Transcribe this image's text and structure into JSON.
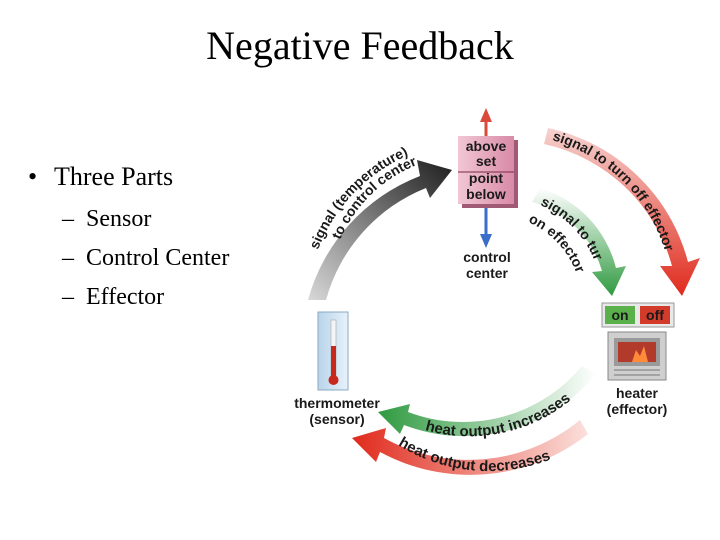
{
  "slide": {
    "title": "Negative Feedback",
    "bullet": "Three Parts",
    "sub_items": [
      "Sensor",
      "Control Center",
      "Effector"
    ]
  },
  "diagram": {
    "box": {
      "line1": "above",
      "line2": "set",
      "line3": "point",
      "line4": "below"
    },
    "control_center": {
      "line1": "control",
      "line2": "center"
    },
    "signal_to_control": {
      "line1": "signal (temperature)",
      "line2": "to control center"
    },
    "signal_turn_off": "signal to turn off effector",
    "signal_turn_on": {
      "line1": "signal to turn",
      "line2": "on effector"
    },
    "switch_on": "on",
    "switch_off": "off",
    "heater": {
      "line1": "heater",
      "line2": "(effector)"
    },
    "thermometer": {
      "line1": "thermometer",
      "line2": "(sensor)"
    },
    "heat_increases": "heat output increases",
    "heat_decreases": "heat output decreases",
    "colors": {
      "black_arrow": "#2b2b2b",
      "red_arrow": "#e23a2a",
      "green_arrow": "#3aa84a",
      "box": "#e6a0b8",
      "switch_on": "#5ab04a",
      "switch_off": "#d23a2a"
    }
  }
}
